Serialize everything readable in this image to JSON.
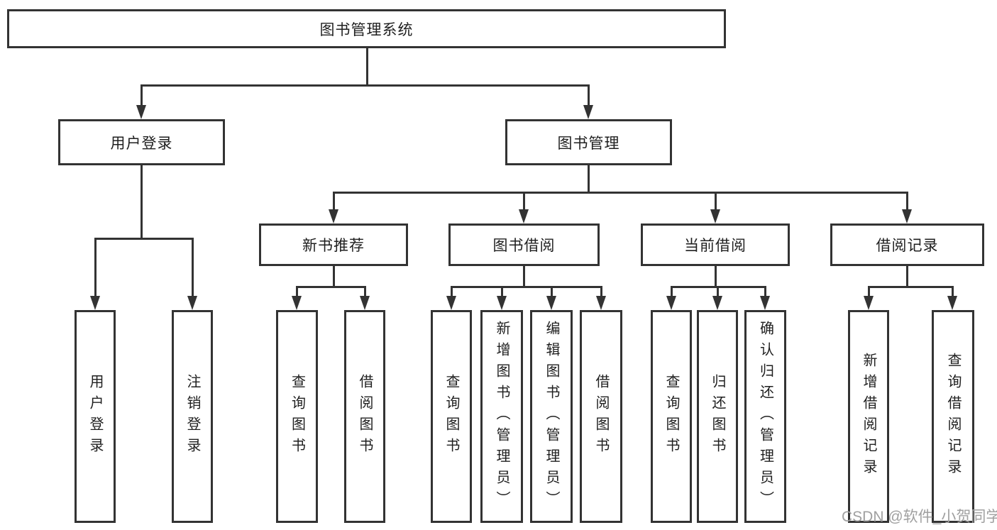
{
  "diagram_title": "图书管理系统",
  "nodes": {
    "root": {
      "label": "图书管理系统"
    },
    "user_login": {
      "label": "用户登录"
    },
    "book_mgmt": {
      "label": "图书管理"
    },
    "new_book_rec": {
      "label": "新书推荐"
    },
    "book_borrow": {
      "label": "图书借阅"
    },
    "current_borrow": {
      "label": "当前借阅"
    },
    "borrow_records": {
      "label": "借阅记录"
    },
    "leaf_user_login": {
      "label": "用户登录"
    },
    "leaf_logout": {
      "label": "注销登录"
    },
    "leaf_nb_query": {
      "label": "查询图书"
    },
    "leaf_nb_borrow": {
      "label": "借阅图书"
    },
    "leaf_bb_query": {
      "label": "查询图书"
    },
    "leaf_bb_add": {
      "label": "新增图书（管理员）"
    },
    "leaf_bb_edit": {
      "label": "编辑图书（管理员）"
    },
    "leaf_bb_borrow": {
      "label": "借阅图书"
    },
    "leaf_cb_query": {
      "label": "查询图书"
    },
    "leaf_cb_return": {
      "label": "归还图书"
    },
    "leaf_cb_confirm": {
      "label": "确认归还（管理员）"
    },
    "leaf_rec_add": {
      "label": "新增借阅记录"
    },
    "leaf_rec_query": {
      "label": "查询借阅记录"
    }
  },
  "watermark": "CSDN @软件_小贺同学",
  "colors": {
    "line": "#333333",
    "text": "#1f1f1f",
    "watermark": "#a0a0a0",
    "background": "#ffffff"
  }
}
